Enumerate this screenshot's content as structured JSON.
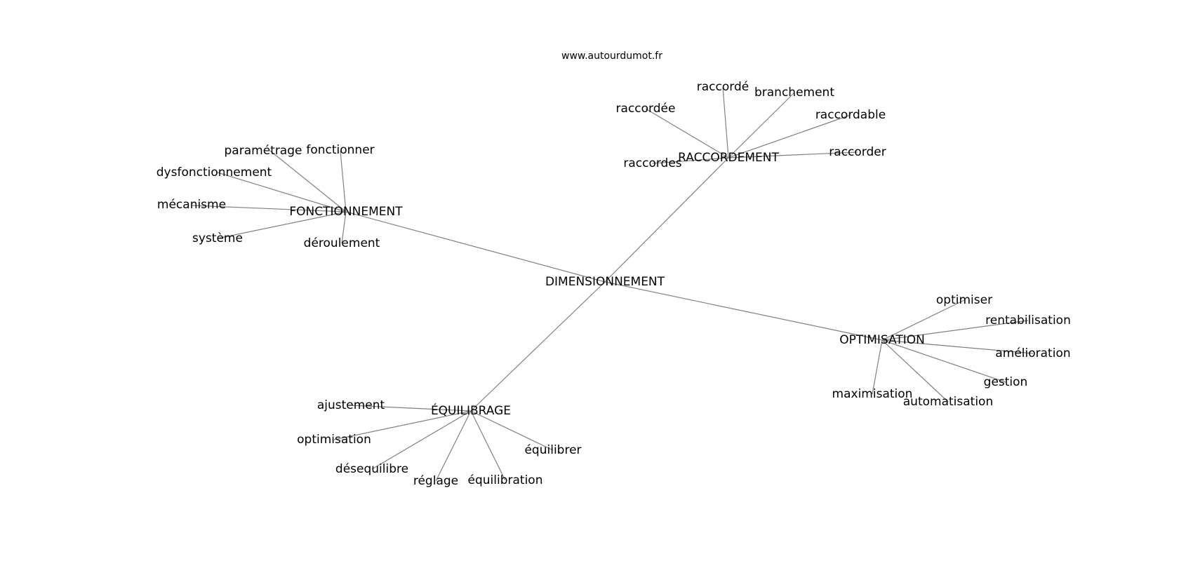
{
  "watermark": "www.autourdumot.fr",
  "colors": {
    "edge": "#808080",
    "text": "#000000",
    "background": "#ffffff"
  },
  "center": "DIMENSIONNEMENT",
  "clusters": [
    {
      "hub": "FONCTIONNEMENT",
      "leaves": [
        "paramétrage",
        "fonctionner",
        "dysfonctionnement",
        "mécanisme",
        "système",
        "déroulement"
      ]
    },
    {
      "hub": "RACCORDEMENT",
      "leaves": [
        "raccordé",
        "branchement",
        "raccordée",
        "raccordable",
        "raccordes",
        "raccorder"
      ]
    },
    {
      "hub": "OPTIMISATION",
      "leaves": [
        "optimiser",
        "rentabilisation",
        "amélioration",
        "gestion",
        "maximisation",
        "automatisation"
      ]
    },
    {
      "hub": "ÉQUILIBRAGE",
      "leaves": [
        "ajustement",
        "optimisation",
        "désequilibre",
        "équilibrer",
        "réglage",
        "équilibration"
      ]
    }
  ]
}
